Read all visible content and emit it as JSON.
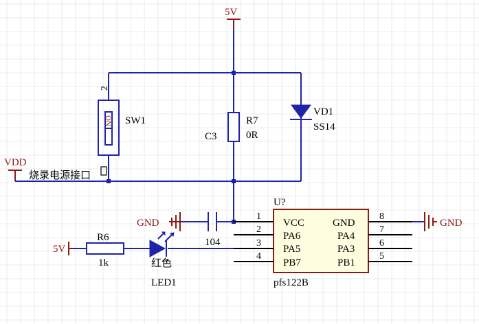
{
  "power": {
    "top_5v": "5V",
    "vdd": "VDD",
    "left_5v": "5V",
    "gnd_left": "GND",
    "gnd_right": "GND"
  },
  "header_label": "烧录电源接口",
  "switch": {
    "ref": "SW1",
    "pin2": "2",
    "on_mark": "ON"
  },
  "resistor_r7": {
    "ref": "R7",
    "value": "0R"
  },
  "capacitor_c3": {
    "ref": "C3"
  },
  "diode": {
    "ref": "VD1",
    "value": "SS14"
  },
  "capacitor_104": {
    "value": "104"
  },
  "resistor_r6": {
    "ref": "R6",
    "value": "1k"
  },
  "led": {
    "color_label": "红色",
    "ref": "LED1"
  },
  "chip": {
    "ref": "U?",
    "part": "pfs122B",
    "left_pins": [
      {
        "num": "1",
        "name": "VCC"
      },
      {
        "num": "2",
        "name": "PA6"
      },
      {
        "num": "3",
        "name": "PA5"
      },
      {
        "num": "4",
        "name": "PB7"
      }
    ],
    "right_pins": [
      {
        "num": "8",
        "name": "GND"
      },
      {
        "num": "7",
        "name": "PA4"
      },
      {
        "num": "6",
        "name": "PA3"
      },
      {
        "num": "5",
        "name": "PB1"
      }
    ]
  },
  "colors": {
    "wire": "#1f23a8",
    "power": "#8a1a12",
    "chip_fill": "#fffde0",
    "grid": "#e6e6e6"
  }
}
